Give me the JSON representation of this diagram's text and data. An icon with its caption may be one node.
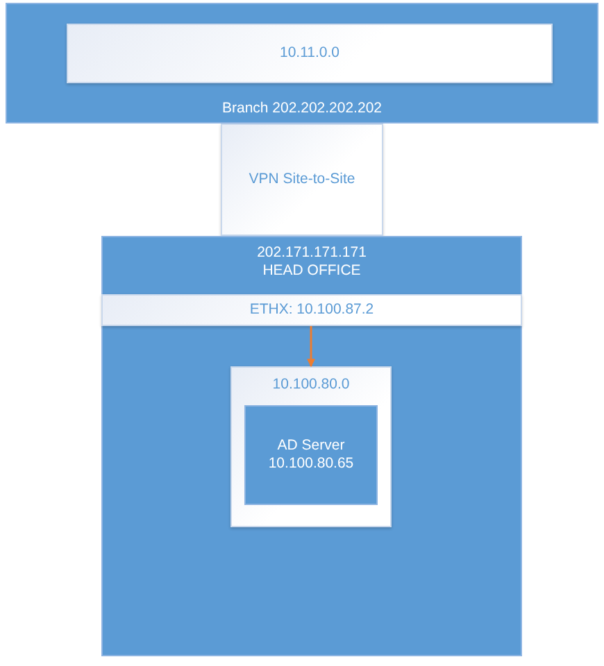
{
  "diagram": {
    "nodes": [
      {
        "text": [
          "Branch 202.202.202.202"
        ]
      },
      {
        "text": [
          "10.11.0.0"
        ],
        "in": 0
      },
      {
        "text": [
          "VPN Site-to-Site"
        ]
      },
      {
        "text": [
          "202.171.171.171",
          "HEAD OFFICE"
        ]
      },
      {
        "text": [
          "ETHX: 10.100.87.2"
        ],
        "in": 3
      },
      {
        "text": [
          "10.100.80.0"
        ],
        "in": 3
      },
      {
        "text": [
          "AD Server",
          "10.100.80.65"
        ],
        "in": 5
      }
    ],
    "edges": [
      {
        "from": 4,
        "to": 5,
        "arrow": "to",
        "color": "#ed7d31"
      }
    ]
  }
}
